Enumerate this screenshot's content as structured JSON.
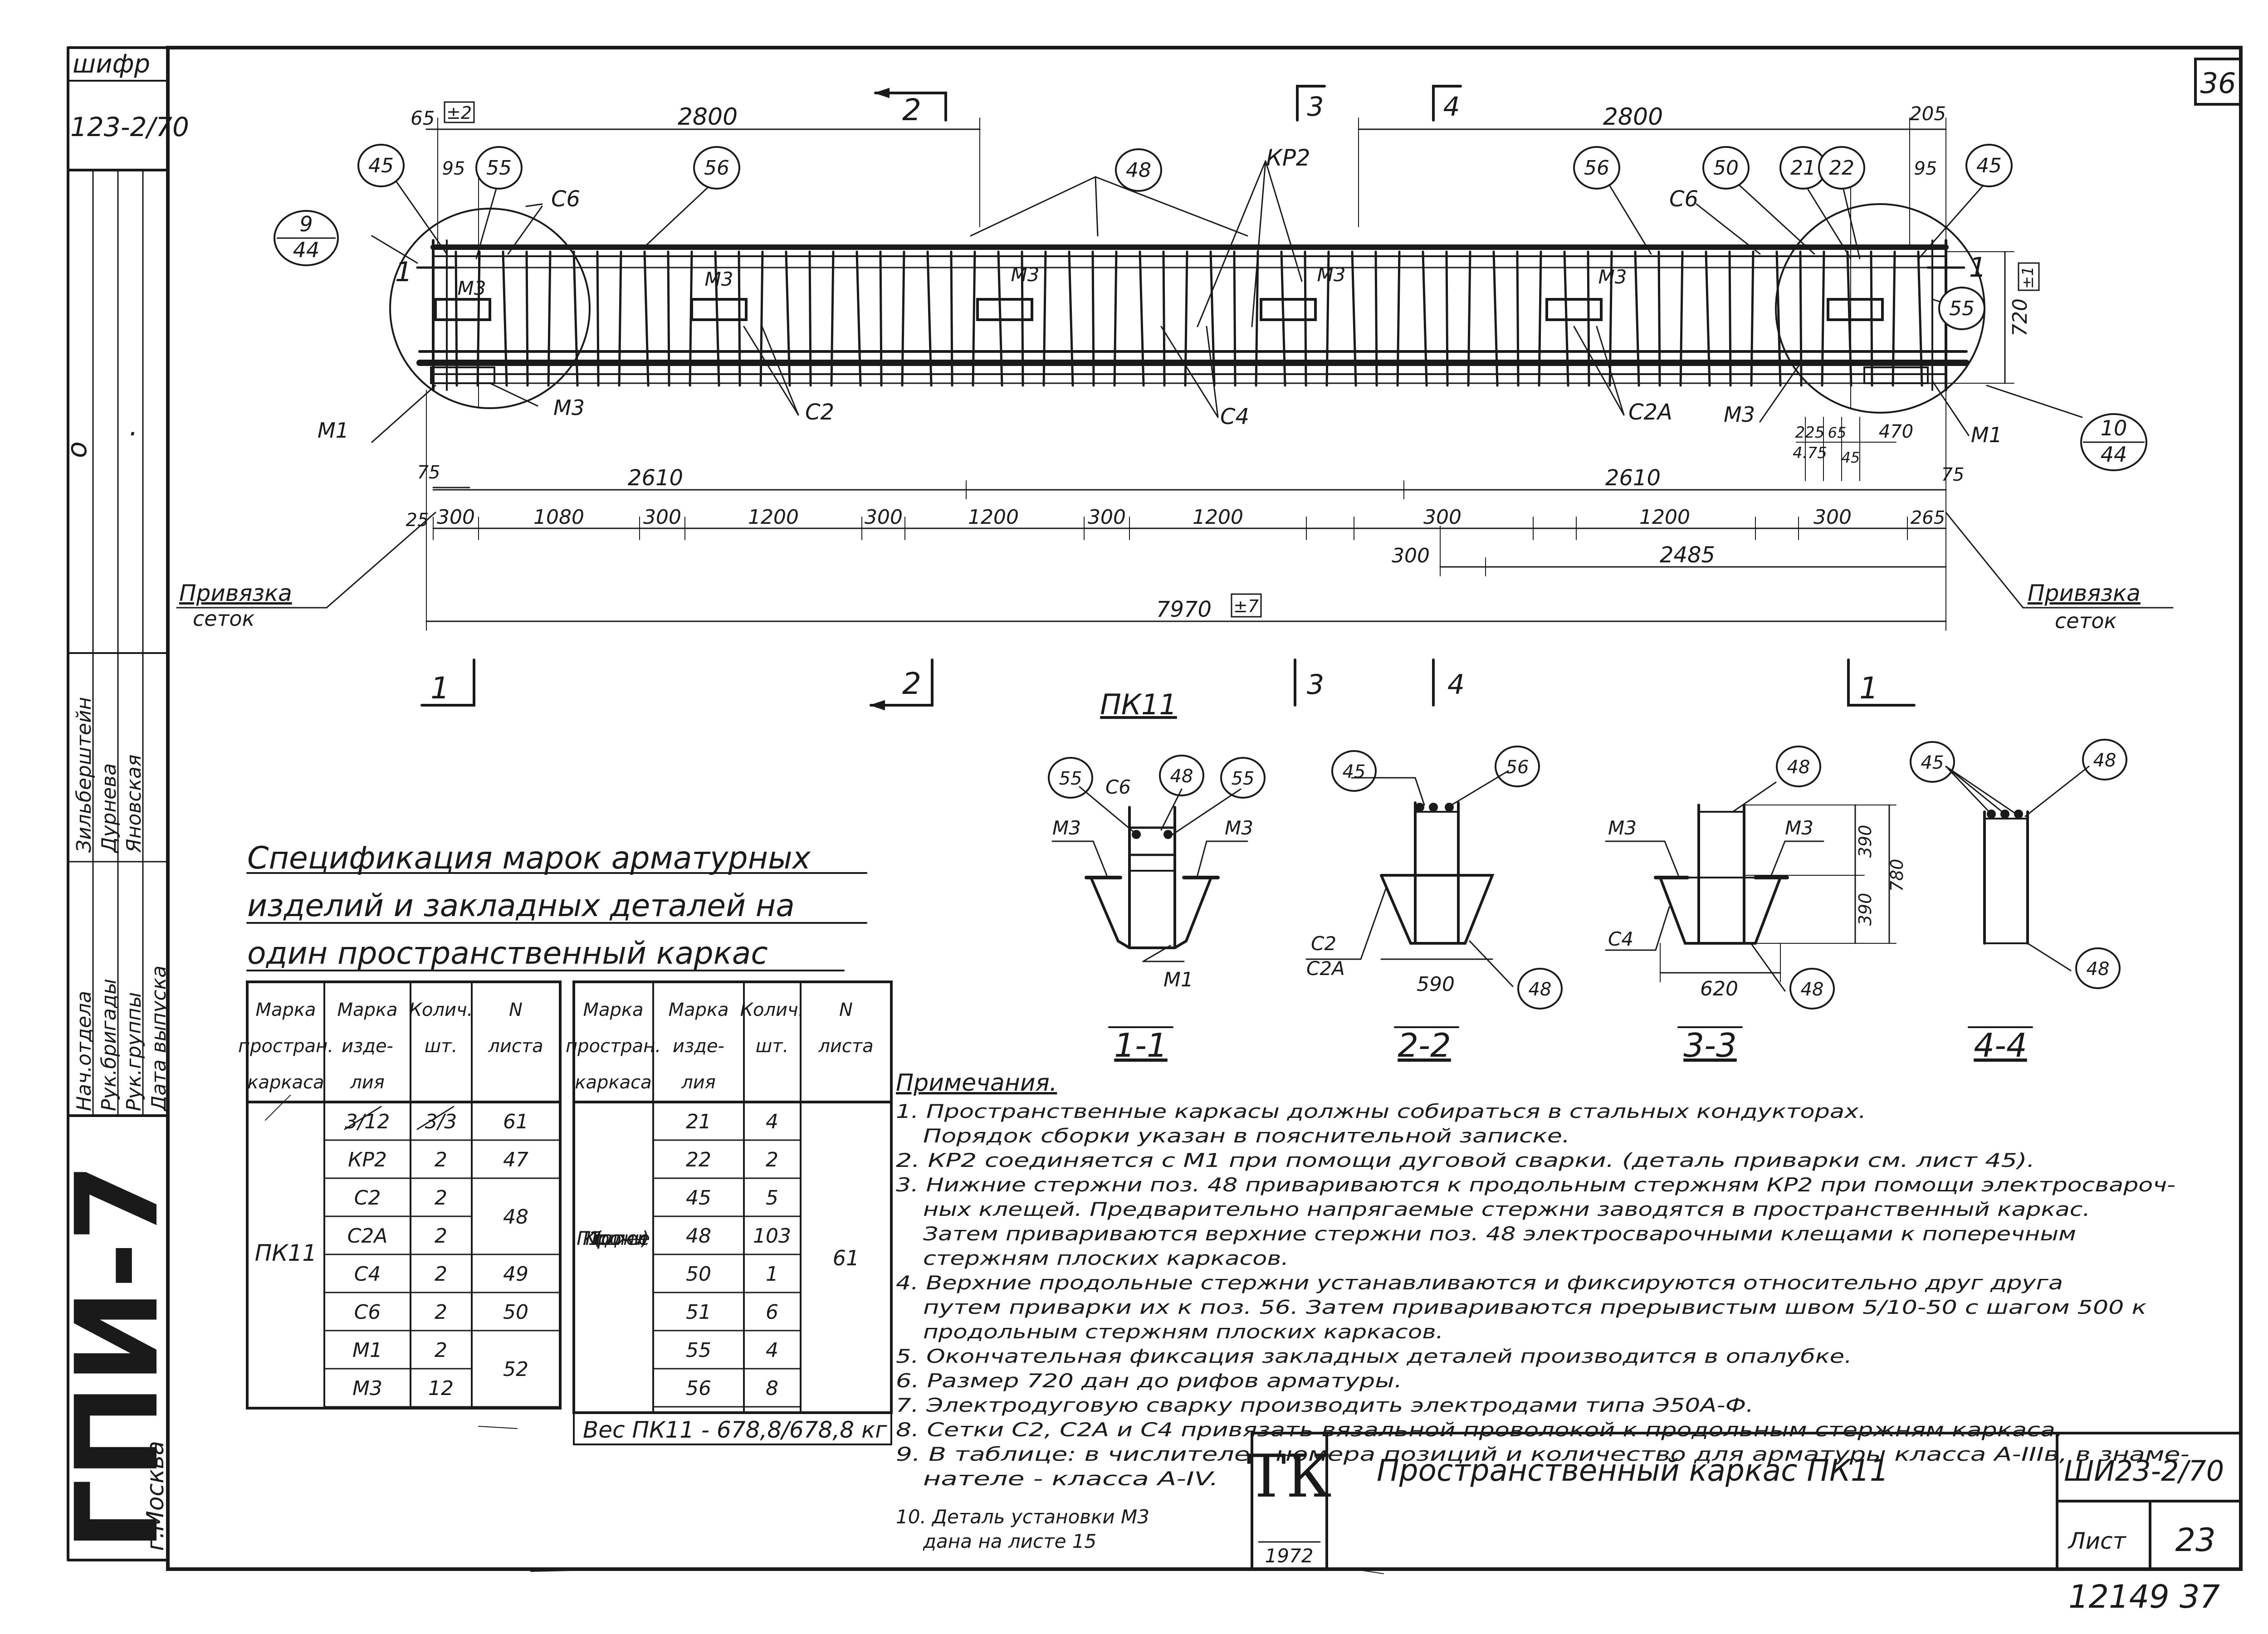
{
  "sheet": {
    "sheet_number_corner": "36",
    "series_top": "123-2/70",
    "shifr_label": "шифр",
    "org": "ГПИ-7",
    "city": "г.Москва",
    "stamp_roles": [
      "Нач.отдела",
      "Рук.бригады",
      "Рук.группы",
      "Дата выпуска"
    ],
    "stamp_names": [
      "Зильберштейн",
      "Дурнева",
      "Яновская"
    ],
    "letter_o": "о",
    "dot": "."
  },
  "main_view": {
    "dims_top": {
      "left_65": "65",
      "left_pm2": "±2",
      "left_2800": "2800",
      "right_2800": "2800",
      "right_205": "205",
      "left_95": "95",
      "right_95": "95"
    },
    "section_marks_top": {
      "s2": "2",
      "s3": "3",
      "s4": "4"
    },
    "section_marks_side": {
      "left": "1",
      "right": "1"
    },
    "height_dim": "720",
    "height_tol": "±1",
    "callouts": [
      {
        "label": "45"
      },
      {
        "label": "55"
      },
      {
        "label": "56"
      },
      {
        "label": "48"
      },
      {
        "label": "56"
      },
      {
        "label": "50"
      },
      {
        "label": "21"
      },
      {
        "label": "22"
      },
      {
        "label": "45"
      },
      {
        "label": "55"
      }
    ],
    "detail_left": {
      "num": "9",
      "den": "44"
    },
    "detail_right": {
      "num": "10",
      "den": "44"
    },
    "labels": {
      "kp2": "КР2",
      "c6_left": "С6",
      "c6_right": "С6",
      "m3_list": [
        "М3",
        "М3",
        "М3",
        "М3",
        "М3"
      ],
      "m3_bottom_left": "М3",
      "m3_bottom_right": "М3",
      "m1_left": "М1",
      "m1_right": "М1",
      "c2": "С2",
      "c4": "С4",
      "c2a": "С2А"
    },
    "dims_bottom": {
      "d75_left": "75",
      "d2610_left": "2610",
      "d2610_right": "2610",
      "d75_right": "75",
      "d225": "225",
      "d475": "4.75",
      "d65": "65",
      "d45": "45",
      "d470": "470",
      "d25": "25",
      "chain": [
        "300",
        "1080",
        "300",
        "1200",
        "300",
        "1200",
        "300",
        "1200",
        "300",
        "1200",
        "300",
        "265"
      ],
      "d300_second": "300",
      "d2485": "2485",
      "total": "7970",
      "total_tol": "±7"
    },
    "privyazka_left": [
      "Привязка",
      "сеток"
    ],
    "privyazka_right": [
      "Привязка",
      "сеток"
    ],
    "bottom_section_marks": [
      "1",
      "2",
      "3",
      "4",
      "1"
    ]
  },
  "sections": {
    "title_pk": "ПК11",
    "s11": {
      "title": "1-1",
      "labels": [
        "55",
        "С6",
        "48",
        "55",
        "М3",
        "М3",
        "М1"
      ]
    },
    "s22": {
      "title": "2-2",
      "labels": [
        "45",
        "56",
        "С2",
        "С2А",
        "590",
        "48"
      ]
    },
    "s33": {
      "title": "3-3",
      "labels": [
        "48",
        "М3",
        "М3",
        "390",
        "390",
        "780",
        "С4",
        "620",
        "48"
      ]
    },
    "s44": {
      "title": "4-4",
      "labels": [
        "45",
        "48",
        "48"
      ]
    }
  },
  "spec": {
    "title_lines": [
      "Спецификация марок арматурных",
      "изделий и закладных деталей на",
      "один пространственный каркас"
    ],
    "headers": [
      "Марка простран. каркаса",
      "Марка изде- лия",
      "Колич. шт.",
      "N листа"
    ],
    "left_frame": "ПК11",
    "left_rows": [
      [
        "3/12",
        "3/3",
        "61"
      ],
      [
        "КР2",
        "2",
        "47"
      ],
      [
        "С2",
        "2",
        "48"
      ],
      [
        "С2А",
        "2",
        ""
      ],
      [
        "С4",
        "2",
        "49"
      ],
      [
        "С6",
        "2",
        "50"
      ],
      [
        "М1",
        "2",
        "52"
      ],
      [
        "М3",
        "12",
        ""
      ]
    ],
    "right_frame": "ПК11 (продолжение)",
    "right_sheet": "61",
    "right_rows": [
      [
        "21",
        "4"
      ],
      [
        "22",
        "2"
      ],
      [
        "45",
        "5"
      ],
      [
        "48",
        "103"
      ],
      [
        "50",
        "1"
      ],
      [
        "51",
        "6"
      ],
      [
        "55",
        "4"
      ],
      [
        "56",
        "8"
      ]
    ],
    "weight": "Вес ПК11 - 678,8/678,8 кг"
  },
  "notes": {
    "title": "Примечания.",
    "lines": [
      "1. Пространственные каркасы должны собираться в стальных кондукторах.",
      "Порядок сборки указан в пояснительной записке.",
      "2. КР2 соединяется с М1 при помощи дуговой сварки. (деталь приварки см. лист 45).",
      "3. Нижние стержни поз. 48 привариваются к продольным стержням КР2 при помощи электросвароч-",
      "ных клещей. Предварительно напрягаемые стержни заводятся в пространственный каркас.",
      "Затем привариваются верхние стержни поз. 48 электросварочными клещами к поперечным",
      "стержням плоских каркасов.",
      "4. Верхние продольные стержни устанавливаются и фиксируются относительно друг друга",
      "путем приварки их к поз. 56. Затем привариваются прерывистым швом 5/10-50 с шагом 500 к",
      "продольным стержням плоских каркасов.",
      "5. Окончательная фиксация закладных деталей производится в опалубке.",
      "6. Размер 720 дан до рифов арматуры.",
      "7. Электродуговую сварку производить электродами типа Э50А-Ф.",
      "8. Сетки С2, С2А и С4 привязать вязальной проволокой к продольным стержням каркаса.",
      "9. В таблице: в числителе - номера позиций и количество для арматуры класса А-IIIв, в знаме-",
      "нателе - класса А-IV.",
      "10. Деталь установки М3",
      "дана на листе 15"
    ]
  },
  "title_block": {
    "logo": "ТК",
    "year": "1972",
    "title": "Пространственный каркас ПК11",
    "code": "ШИ23-2/70",
    "list_label": "Лист",
    "list_num": "23",
    "footer": "12149 37"
  }
}
